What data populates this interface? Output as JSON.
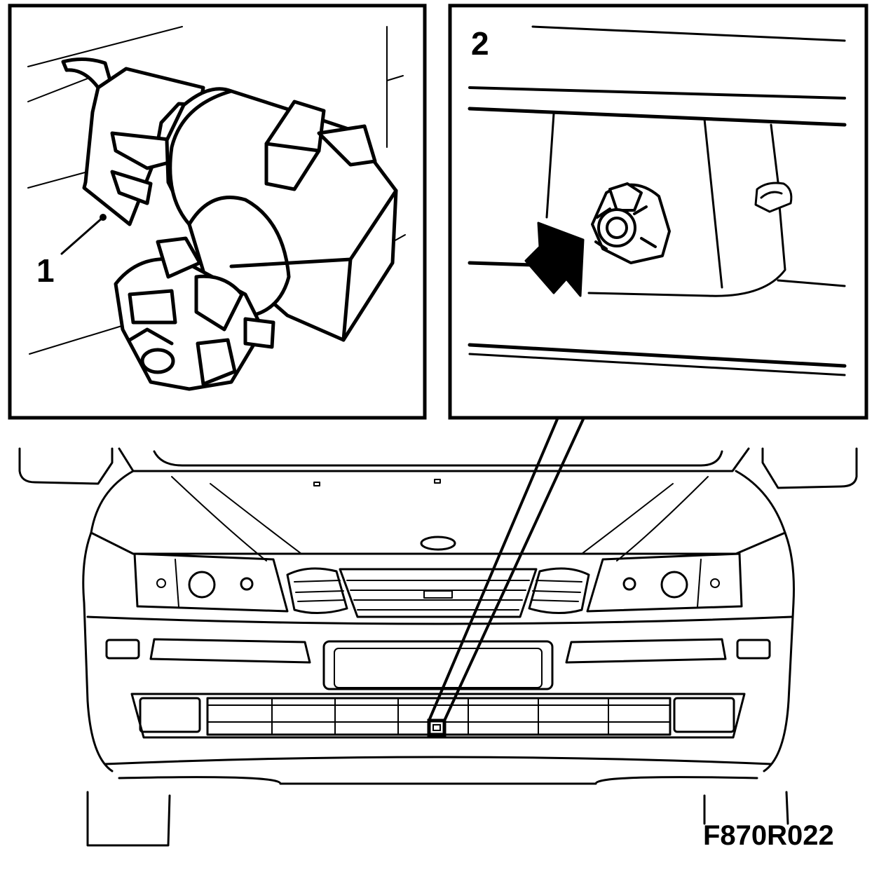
{
  "callouts": {
    "panel_1": "1",
    "panel_2": "2"
  },
  "figure_code": "F870R022",
  "colors": {
    "ink": "#000000",
    "paper": "#ffffff"
  }
}
